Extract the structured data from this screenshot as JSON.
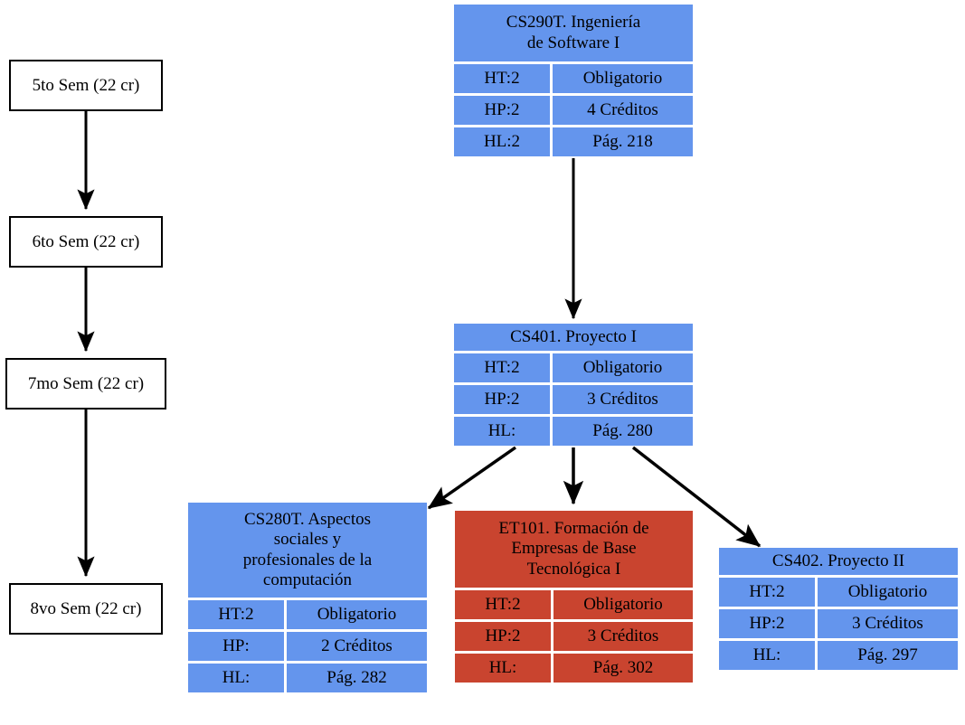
{
  "diagram": {
    "type": "curriculum-flowchart",
    "colors": {
      "course_blue": "#6495ed",
      "course_red": "#c9442f",
      "node_border": "#000000",
      "edge": "#000000",
      "background": "#ffffff"
    }
  },
  "semesters": [
    {
      "label": "5to Sem (22 cr)"
    },
    {
      "label": "6to Sem (22 cr)"
    },
    {
      "label": "7mo Sem (22 cr)"
    },
    {
      "label": "8vo Sem (22 cr)"
    }
  ],
  "courses": {
    "cs290t": {
      "title": "CS290T. Ingeniería de Software I",
      "title_lines": [
        "CS290T. Ingeniería",
        "de Software I"
      ],
      "rows": [
        {
          "left": "HT:2",
          "right": "Obligatorio"
        },
        {
          "left": "HP:2",
          "right": "4 Créditos"
        },
        {
          "left": "HL:2",
          "right": "Pág. 218"
        }
      ]
    },
    "cs401": {
      "title": "CS401. Proyecto I",
      "title_lines": [
        "CS401. Proyecto I"
      ],
      "rows": [
        {
          "left": "HT:2",
          "right": "Obligatorio"
        },
        {
          "left": "HP:2",
          "right": "3 Créditos"
        },
        {
          "left": "HL:",
          "right": "Pág. 280"
        }
      ]
    },
    "cs280t": {
      "title": "CS280T. Aspectos sociales y profesionales de la computación",
      "title_lines": [
        "CS280T. Aspectos",
        "sociales y",
        "profesionales de la",
        "computación"
      ],
      "rows": [
        {
          "left": "HT:2",
          "right": "Obligatorio"
        },
        {
          "left": "HP:",
          "right": "2 Créditos"
        },
        {
          "left": "HL:",
          "right": "Pág. 282"
        }
      ]
    },
    "et101": {
      "title": "ET101. Formación de Empresas de Base Tecnológica I",
      "title_lines": [
        "ET101. Formación de",
        "Empresas de Base",
        "Tecnológica I"
      ],
      "rows": [
        {
          "left": "HT:2",
          "right": "Obligatorio"
        },
        {
          "left": "HP:2",
          "right": "3 Créditos"
        },
        {
          "left": "HL:",
          "right": "Pág. 302"
        }
      ]
    },
    "cs402": {
      "title": "CS402. Proyecto II",
      "title_lines": [
        "CS402. Proyecto II"
      ],
      "rows": [
        {
          "left": "HT:2",
          "right": "Obligatorio"
        },
        {
          "left": "HP:2",
          "right": "3 Créditos"
        },
        {
          "left": "HL:",
          "right": "Pág. 297"
        }
      ]
    }
  },
  "edges": [
    {
      "from": "5to Sem (22 cr)",
      "to": "6to Sem (22 cr)"
    },
    {
      "from": "6to Sem (22 cr)",
      "to": "7mo Sem (22 cr)"
    },
    {
      "from": "7mo Sem (22 cr)",
      "to": "8vo Sem (22 cr)"
    },
    {
      "from": "CS290T. Ingeniería de Software I",
      "to": "CS401. Proyecto I"
    },
    {
      "from": "CS401. Proyecto I",
      "to": "CS280T. Aspectos sociales y profesionales de la computación"
    },
    {
      "from": "CS401. Proyecto I",
      "to": "ET101. Formación de Empresas de Base Tecnológica I"
    },
    {
      "from": "CS401. Proyecto I",
      "to": "CS402. Proyecto II"
    }
  ]
}
